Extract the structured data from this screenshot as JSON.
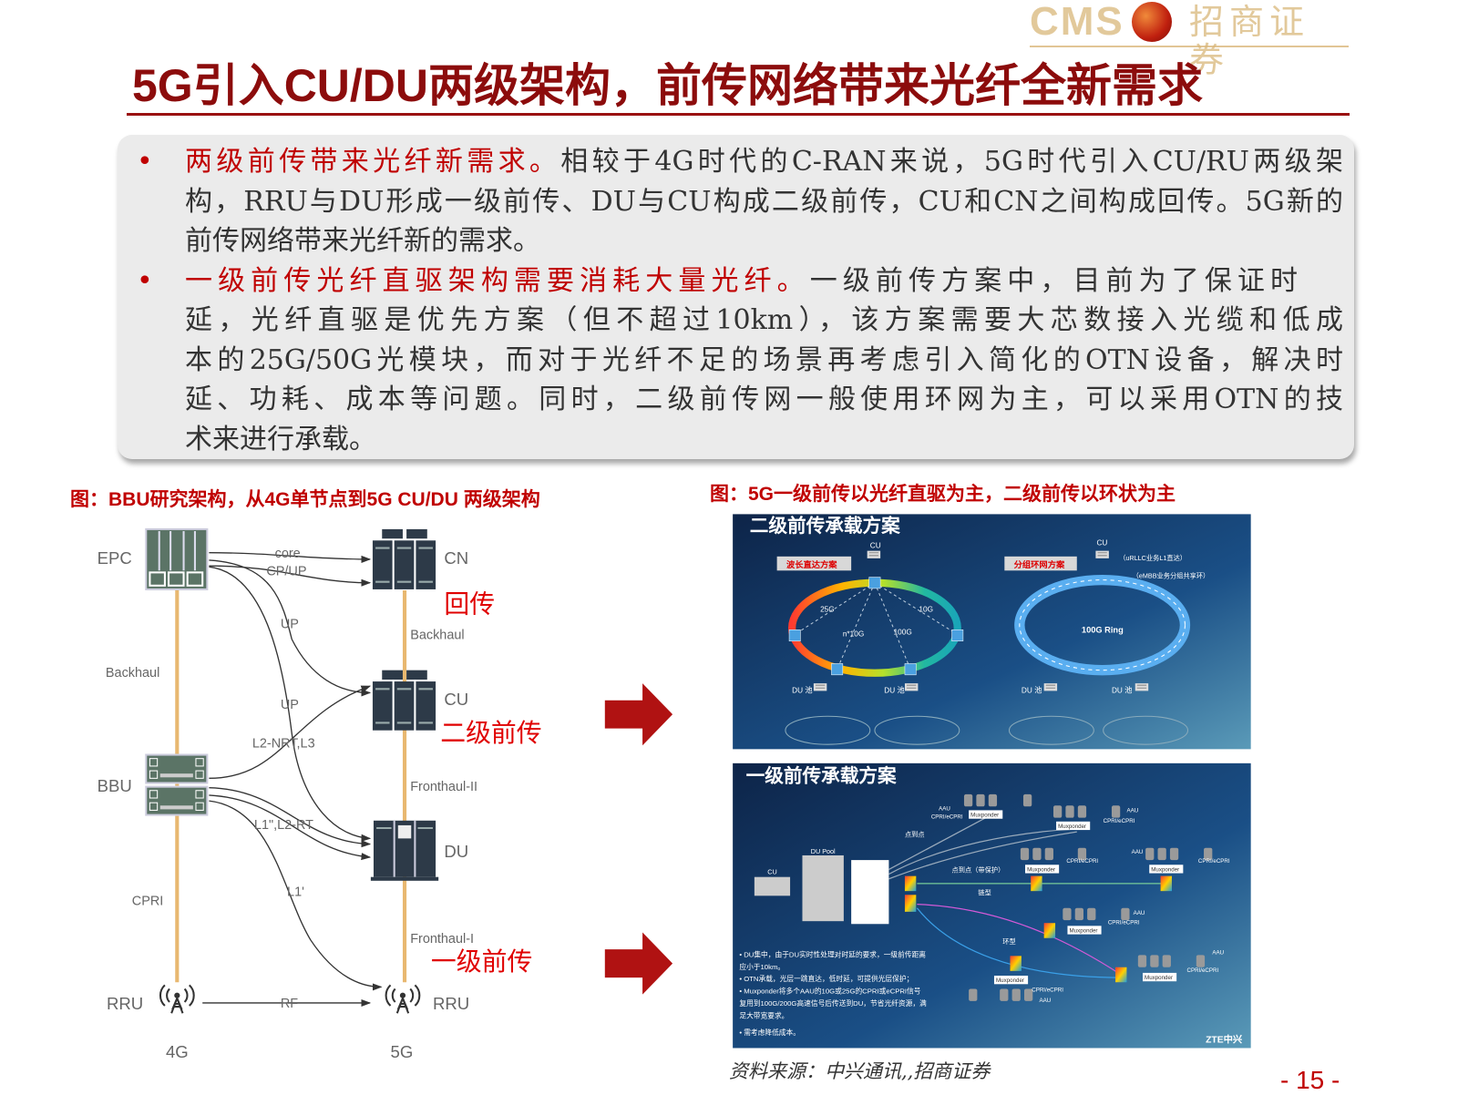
{
  "header": {
    "title": "5G引入CU/DU两级架构，前传网络带来光纤全新需求",
    "logo_latin": "CMS",
    "logo_cn": "招商证券"
  },
  "summary": {
    "bullets": [
      {
        "highlight": "两级前传带来光纤新需求。",
        "first_line": "相较于4G时代的C-RAN来说，5G时代引入CU/RU两级架",
        "lines": [
          "构，RRU与DU形成一级前传、DU与CU构成二级前传，CU和CN之间构成回传。5G新的",
          "前传网络带来光纤新的需求。"
        ]
      },
      {
        "highlight": "一级前传光纤直驱架构需要消耗大量光纤。",
        "first_line": "一级前传方案中，目前为了保证时",
        "lines": [
          "延，光纤直驱是优先方案（但不超过10km），该方案需要大芯数接入光缆和低成",
          "本的25G/50G光模块，而对于光纤不足的场景再考虑引入简化的OTN设备，解决时",
          "延、功耗、成本等问题。同时，二级前传网一般使用环网为主，可以采用OTN的技",
          "术来进行承载。"
        ]
      }
    ],
    "bullet_char": "•"
  },
  "left_figure": {
    "caption": "图：BBU研究架构，从4G单节点到5G CU/DU 两级架构",
    "nodes": {
      "epc": "EPC",
      "bbu": "BBU",
      "rru4g": "RRU",
      "cn": "CN",
      "cu": "CU",
      "du": "DU",
      "rru5g": "RRU"
    },
    "links": {
      "core": "core",
      "cpup": "CP/UP",
      "up1": "UP",
      "up2": "UP",
      "l2nrt": "L2-NRT,L3",
      "l1l2rt": "L1\",L2-RT",
      "l1": "L1'",
      "rf": "RF",
      "backhaul_4g": "Backhaul",
      "cpri": "CPRI",
      "backhaul_5g": "Backhaul",
      "fronthaul2": "Fronthaul-II",
      "fronthaul1": "Fronthaul-I"
    },
    "columns": {
      "g4": "4G",
      "g5": "5G"
    },
    "annotations": {
      "backhaul": "回传",
      "fronthaul2": "二级前传",
      "fronthaul1": "一级前传"
    }
  },
  "right_figure": {
    "caption": "图：5G一级前传以光纤直驱为主，二级前传以环状为主",
    "top": {
      "title": "二级前传承载方案",
      "scheme_a": "波长直达方案",
      "scheme_b": "分组环网方案",
      "cu": "CU",
      "rates": [
        "25G",
        "10G",
        "n*10G",
        "100G"
      ],
      "ring": "100G Ring",
      "note_urllc": "（uRLLC业务L1直达）",
      "note_embb": "（eMBB业务分组共享环）",
      "du_pool": "DU 池"
    },
    "bottom": {
      "title": "一级前传承载方案",
      "cu": "CU",
      "du_pool": "DU Pool",
      "p2p": "点到点",
      "p2p_protect": "点到点（带保护）",
      "chain": "链型",
      "ring": "环型",
      "muxponder": "Muxponder",
      "aau": "AAU",
      "cpri": "CPRI/eCPRI",
      "notes": [
        "• DU集中，由于DU实时性处理对时延的要求，一级前传距离",
        "应小于10km。",
        "• OTN承载，光层一跳直达，低时延，可提供光层保护；",
        "• Muxponder将多个AAU的10G或25G的CPRI或eCPRI信号",
        "复用到100G/200G高速信号后传送到DU，节省光纤资源，满",
        "足大带宽要求。",
        "• 需考虑降低成本。"
      ],
      "brand": "ZTE中兴"
    }
  },
  "footer": {
    "source": "资料来源：中兴通讯,,招商证券",
    "page": "- 15 -"
  },
  "colors": {
    "title": "#8c0c0c",
    "accent": "#c00000",
    "arrow": "#b01212",
    "panel": "#ebebeb"
  }
}
